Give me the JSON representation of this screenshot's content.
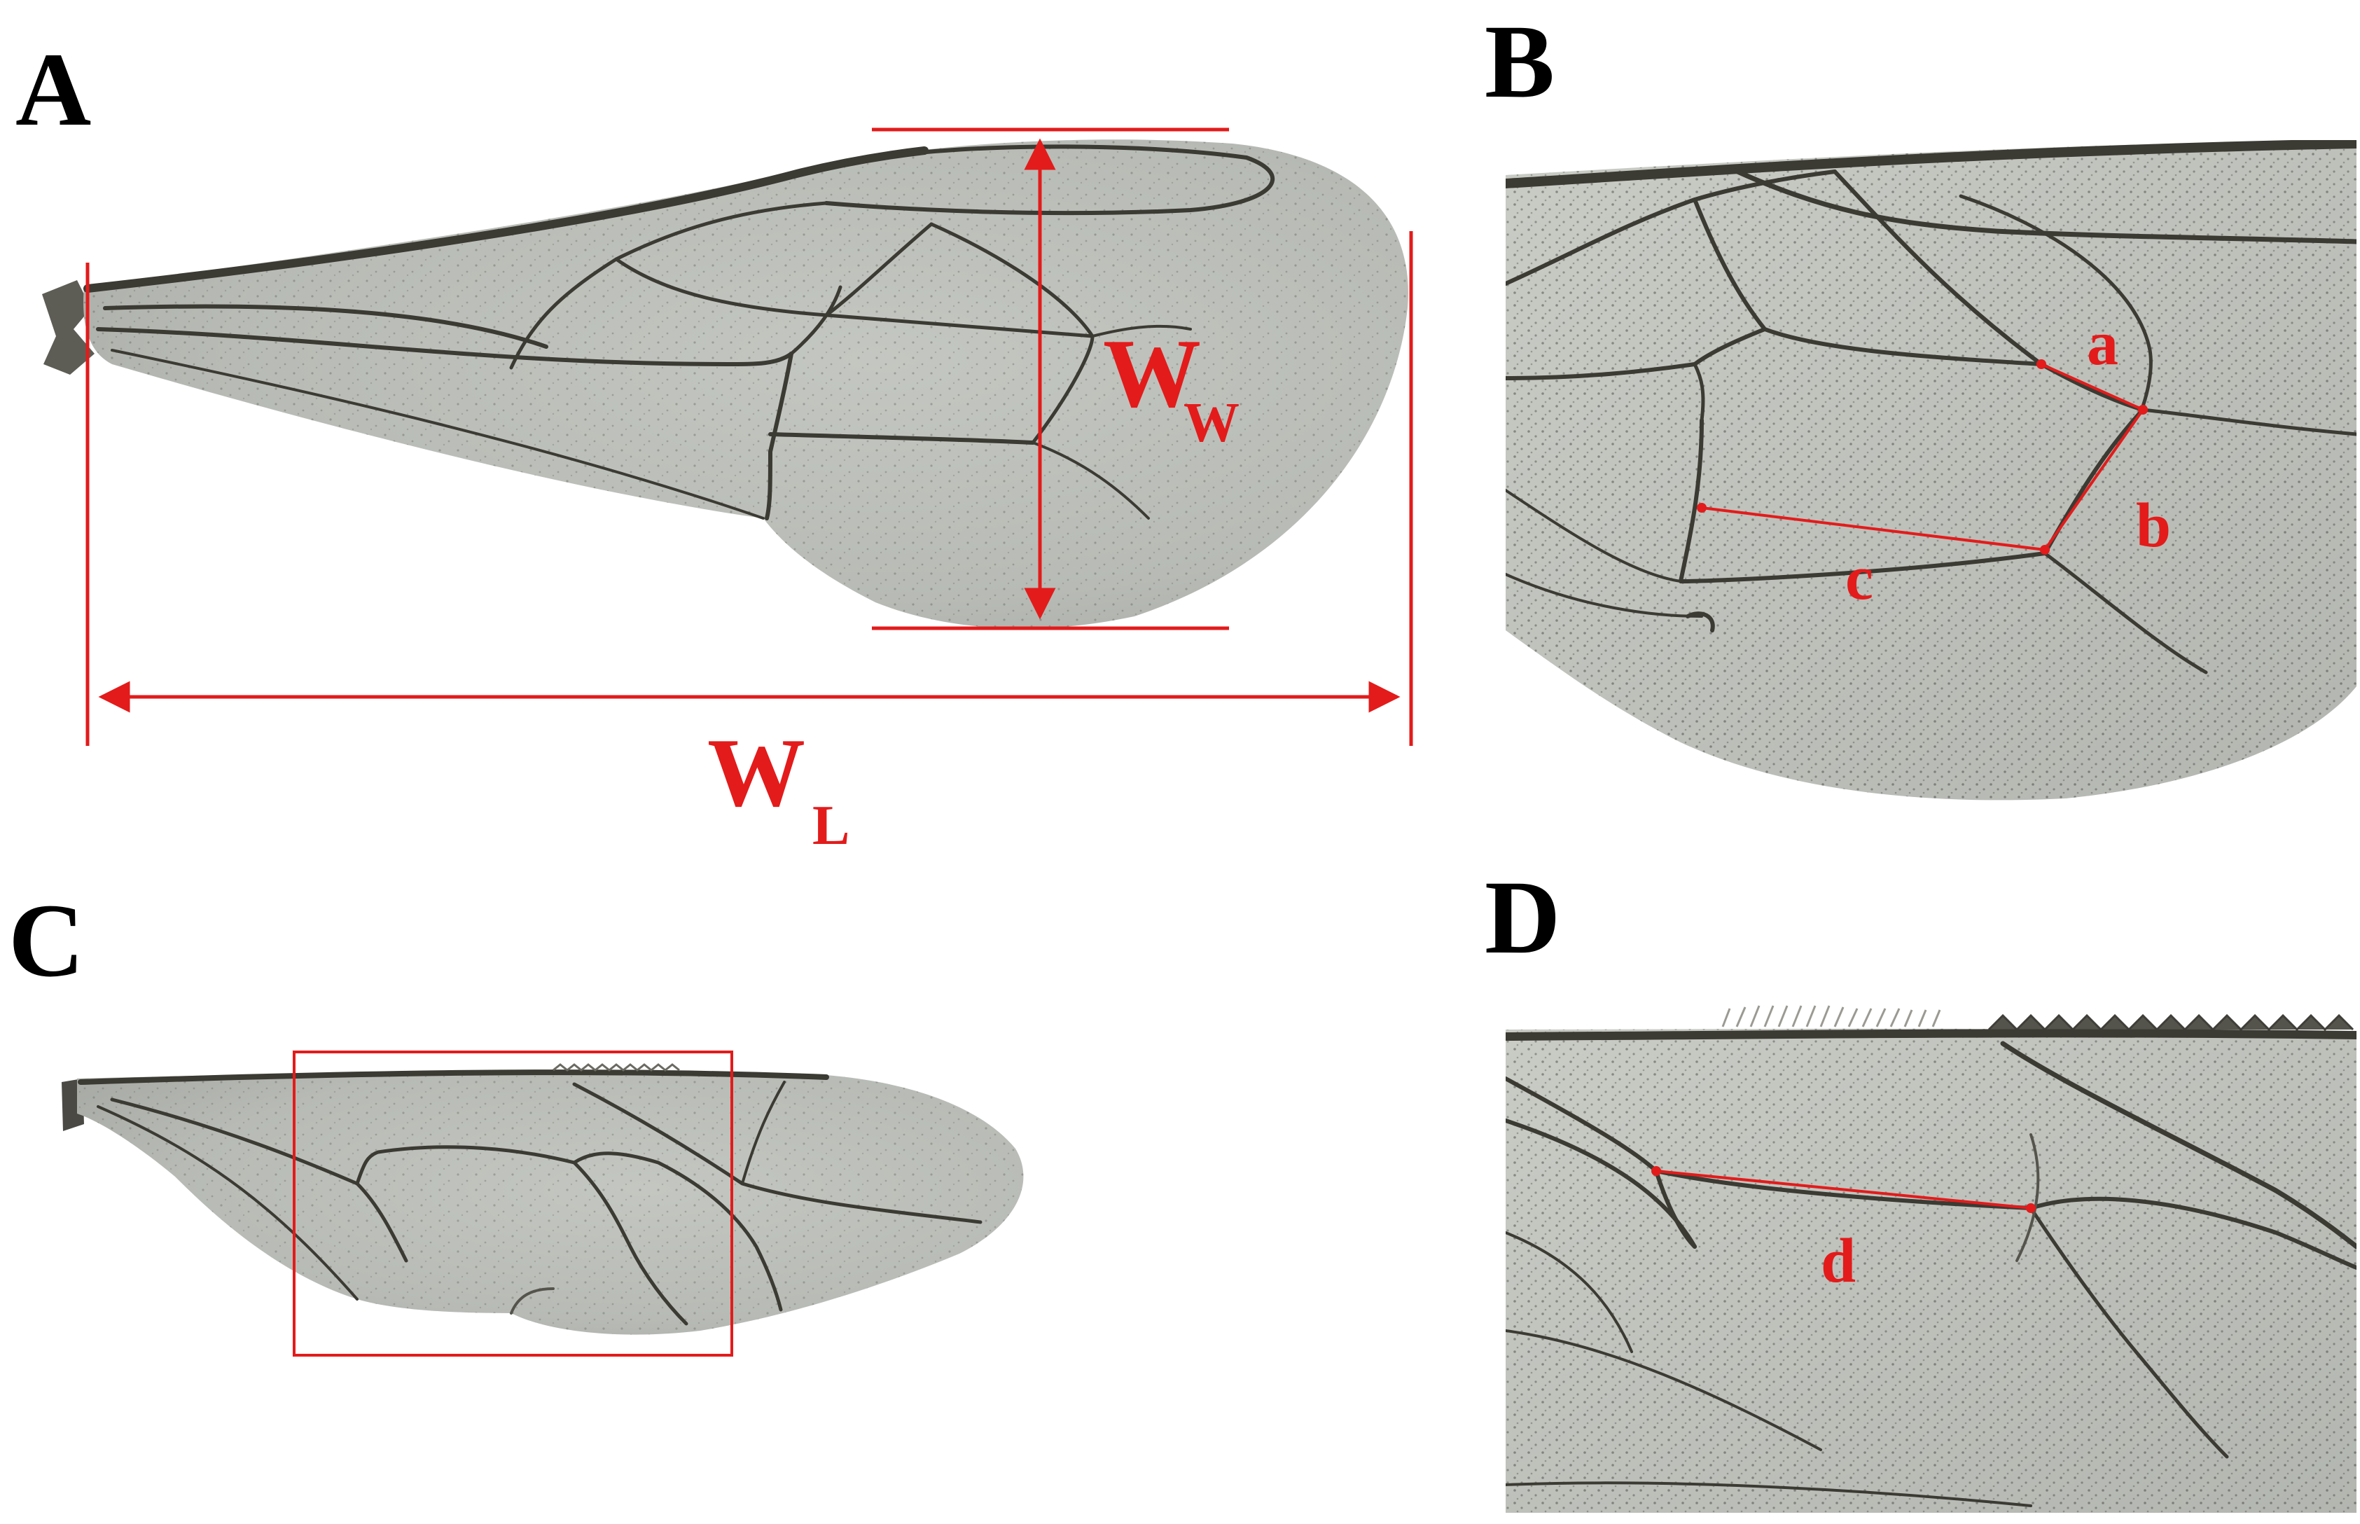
{
  "figure": {
    "panels": [
      {
        "id": "A",
        "letter": "A",
        "labels": {
          "width_main": "W",
          "width_sub": "W",
          "length_main": "W",
          "length_sub": "L"
        }
      },
      {
        "id": "B",
        "letter": "B",
        "labels": {
          "a": "a",
          "b": "b",
          "c": "c"
        }
      },
      {
        "id": "C",
        "letter": "C"
      },
      {
        "id": "D",
        "letter": "D",
        "labels": {
          "d": "d"
        }
      }
    ],
    "colors": {
      "annotation": "#e31b1b",
      "wing_membrane": "#b9bcb6",
      "wing_vein": "#3b3a33",
      "background": "#ffffff"
    }
  }
}
